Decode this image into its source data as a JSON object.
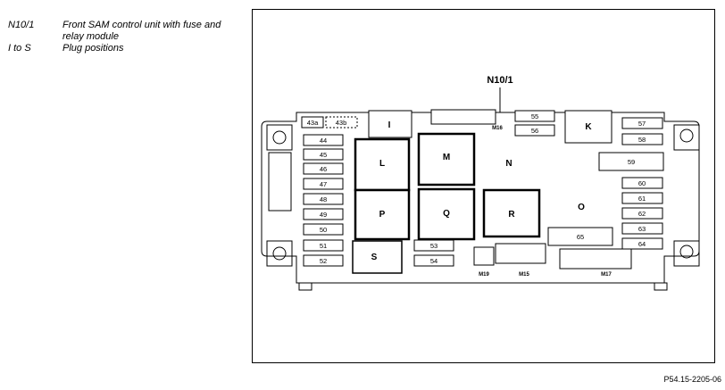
{
  "legend": {
    "items": [
      {
        "code": "N10/1",
        "desc": "Front SAM control unit with fuse and relay module"
      },
      {
        "code": "I to S",
        "desc": "Plug positions"
      }
    ]
  },
  "diagram": {
    "callout": "N10/1",
    "relays": {
      "I": "I",
      "K": "K",
      "L": "L",
      "M": "M",
      "N": "N",
      "O": "O",
      "P": "P",
      "Q": "Q",
      "R": "R",
      "S": "S"
    },
    "fuses": {
      "f43a": "43a",
      "f43b": "43b",
      "f44": "44",
      "f45": "45",
      "f46": "46",
      "f47": "47",
      "f48": "48",
      "f49": "49",
      "f50": "50",
      "f51": "51",
      "f52": "52",
      "f53": "53",
      "f54": "54",
      "f55": "55",
      "f56": "56",
      "f57": "57",
      "f58": "58",
      "f59": "59",
      "f60": "60",
      "f61": "61",
      "f62": "62",
      "f63": "63",
      "f64": "64",
      "f65": "65"
    },
    "connectors": {
      "m16": "M16",
      "m19": "M19",
      "m15": "M15",
      "m17": "M17"
    }
  },
  "reference": "P54.15-2205-06"
}
